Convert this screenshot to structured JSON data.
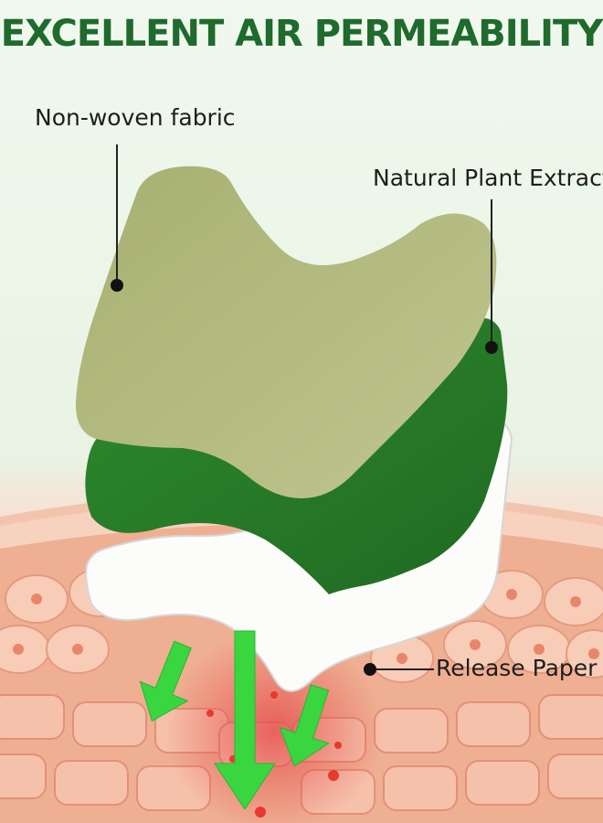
{
  "title": "EXCELLENT AIR PERMEABILITY",
  "labels": {
    "non_woven": "Non-woven fabric",
    "plant_extract": "Natural Plant Extract",
    "release_paper": "Release Paper"
  },
  "colors": {
    "title": "#1f6a2d",
    "fabric_layer": "#b3bb80",
    "extract_layer": "#2b7d2b",
    "release_layer": "#ffffff",
    "skin": "#f2b79d",
    "arrow": "#39d43f",
    "pointer_dot": "#111111"
  }
}
